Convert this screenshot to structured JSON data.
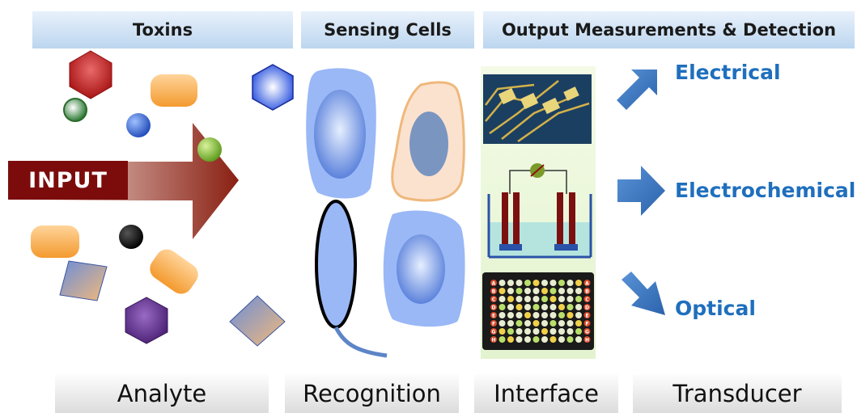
{
  "headers": {
    "toxins": "Toxins",
    "sensing_cells": "Sensing Cells",
    "output": "Output Measurements & Detection"
  },
  "input_label": "INPUT",
  "outputs": {
    "electrical": "Electrical",
    "electrochemical": "Electrochemical",
    "optical": "Optical"
  },
  "footers": {
    "analyte": "Analyte",
    "recognition": "Recognition",
    "interface": "Interface",
    "transducer": "Transducer"
  },
  "plate_row_letters": [
    "A",
    "B",
    "C",
    "D",
    "E",
    "F",
    "G",
    "H"
  ],
  "colors": {
    "header_band": "#bcd6ef",
    "input_box": "#7c0c0c",
    "output_text": "#1f6fbd",
    "arrow_blue": "#3a78c3"
  }
}
